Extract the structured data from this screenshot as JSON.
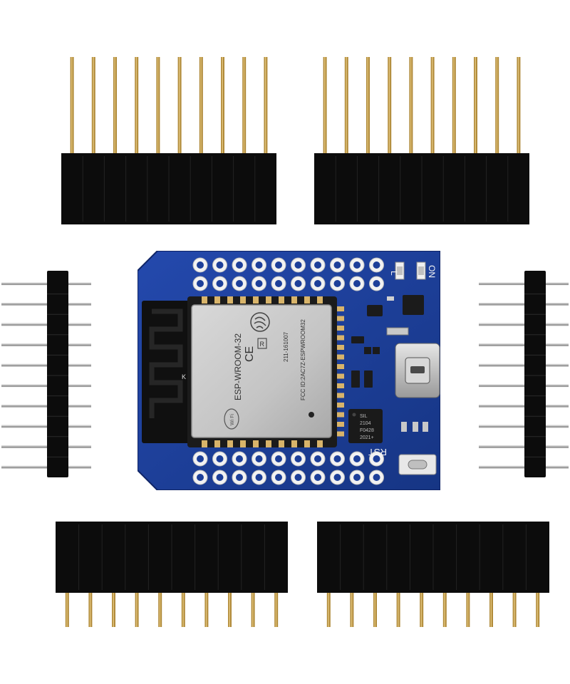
{
  "product": {
    "module": {
      "model": "ESP-WROOM-32",
      "cert_code": "211-161007",
      "fcc_id": "FCC ID:2AC7Z-ESPWROOM32",
      "r_mark": "R",
      "ce_mark": "CE",
      "antenna_mark": "K",
      "wifi_logo_text": "Wi Fi"
    },
    "board": {
      "on_label": "ON",
      "l_label": "L",
      "rst_label": "RST",
      "usb_chip_line1": "SIL",
      "usb_chip_line2": "2104",
      "usb_chip_line3": "F0428",
      "usb_chip_line4": "2021+"
    }
  },
  "colors": {
    "pcb_blue": "#1d3f99",
    "pcb_dark": "#0f2466",
    "shield_silver": "#c9c9c9",
    "header_black": "#0c0c0c",
    "pin_gold": "#b08a3a"
  },
  "icons": [
    "wifi-logo-icon",
    "espressif-logo-icon",
    "ce-mark-icon",
    "micro-usb-port",
    "reset-button"
  ]
}
